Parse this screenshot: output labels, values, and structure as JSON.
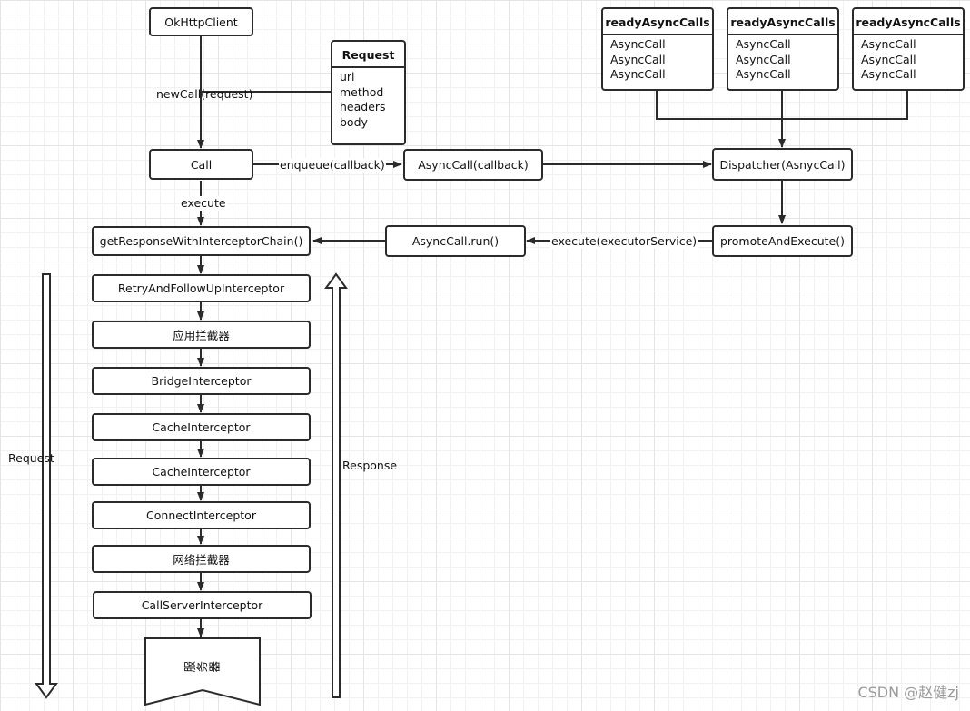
{
  "nodes": {
    "okhttpclient": "OkHttpClient",
    "call": "Call",
    "asynccall_callback": "AsyncCall(callback)",
    "dispatcher": "Dispatcher(AsnycCall)",
    "promote_and_execute": "promoteAndExecute()",
    "asynccall_run": "AsyncCall.run()",
    "get_response_chain": "getResponseWithInterceptorChain()",
    "server": "服务器"
  },
  "interceptors": [
    "RetryAndFollowUpInterceptor",
    "应用拦截器",
    "BridgeInterceptor",
    "CacheInterceptor",
    "CacheInterceptor",
    "ConnectInterceptor",
    "网络拦截器",
    "CallServerInterceptor"
  ],
  "request_card": {
    "title": "Request",
    "fields": [
      "url",
      "method",
      "headers",
      "body"
    ]
  },
  "ready_queues": [
    {
      "title": "readyAsyncCalls",
      "items": [
        "AsyncCall",
        "AsyncCall",
        "AsyncCall"
      ]
    },
    {
      "title": "readyAsyncCalls",
      "items": [
        "AsyncCall",
        "AsyncCall",
        "AsyncCall"
      ]
    },
    {
      "title": "readyAsyncCalls",
      "items": [
        "AsyncCall",
        "AsyncCall",
        "AsyncCall"
      ]
    }
  ],
  "edge_labels": {
    "new_call": "newCall(request)",
    "enqueue": "enqueue(callback)",
    "execute": "execute",
    "execute_executor": "execute(executorService)"
  },
  "side_labels": {
    "request": "Request",
    "response": "Response"
  },
  "watermark": "CSDN @赵健zj",
  "colors": {
    "stroke": "#2b2b2b",
    "grid": "#e4e4e4",
    "background": "#ffffff"
  }
}
